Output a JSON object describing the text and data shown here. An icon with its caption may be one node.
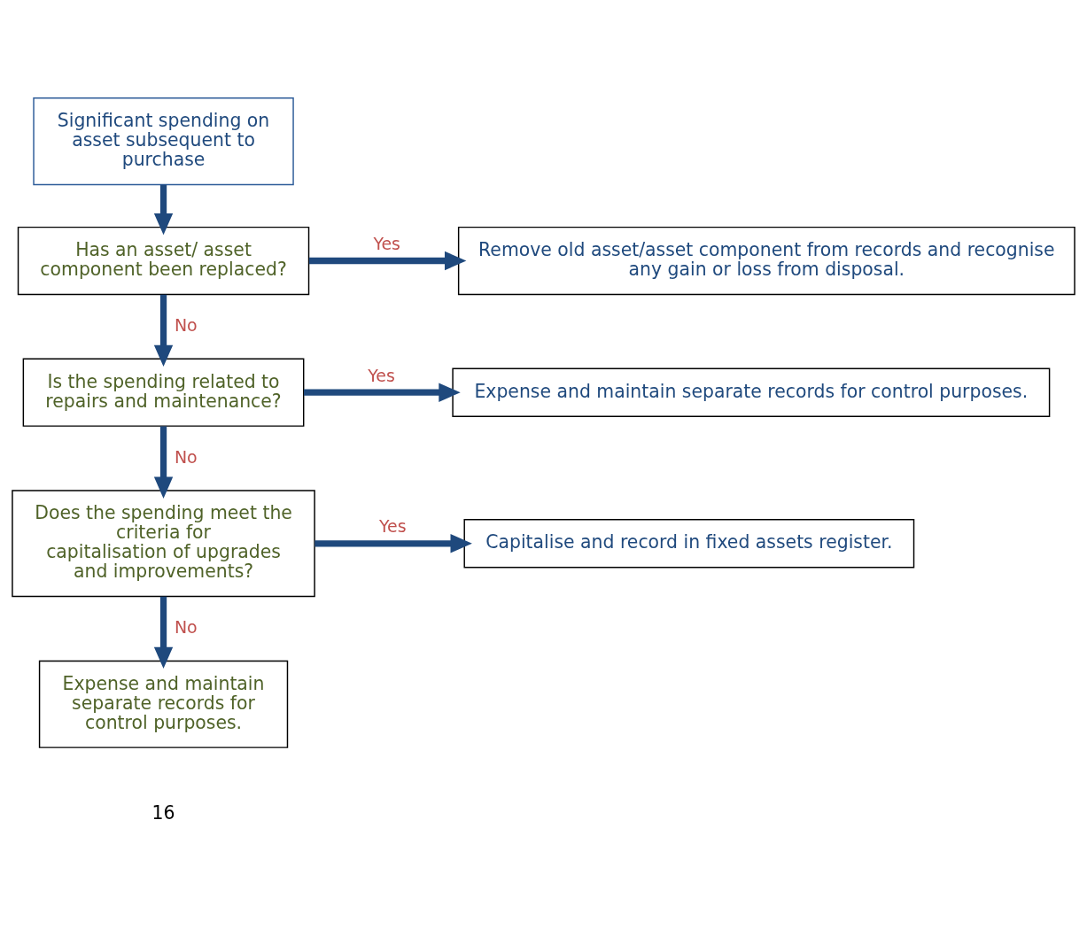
{
  "diagram": {
    "nodes": [
      {
        "text": [
          "Significant spending on asset subsequent to purchase"
        ]
      },
      {
        "text": [
          "Has an asset/ asset component been replaced?"
        ]
      },
      {
        "text": [
          "Remove old asset/asset component from records and recognise any gain or loss from disposal."
        ]
      },
      {
        "text": [
          "Is the spending related to repairs and maintenance?"
        ]
      },
      {
        "text": [
          "Expense and maintain separate records for control purposes."
        ]
      },
      {
        "text": [
          "Does the spending meet the criteria for capitalisation of upgrades and improvements?"
        ]
      },
      {
        "text": [
          "Capitalise and record in fixed assets register."
        ]
      },
      {
        "text": [
          "Expense and maintain separate records for control purposes."
        ]
      }
    ],
    "edges": [
      {
        "from": 0,
        "to": 1,
        "arrow": "to"
      },
      {
        "from": 1,
        "to": 2,
        "arrow": "to",
        "label": "Yes"
      },
      {
        "from": 1,
        "to": 3,
        "arrow": "to",
        "label": "No"
      },
      {
        "from": 3,
        "to": 4,
        "arrow": "to",
        "label": "Yes"
      },
      {
        "from": 3,
        "to": 5,
        "arrow": "to",
        "label": "No"
      },
      {
        "from": 5,
        "to": 6,
        "arrow": "to",
        "label": "Yes"
      },
      {
        "from": 5,
        "to": 7,
        "arrow": "to",
        "label": "No"
      }
    ],
    "labels": [
      "16"
    ]
  }
}
